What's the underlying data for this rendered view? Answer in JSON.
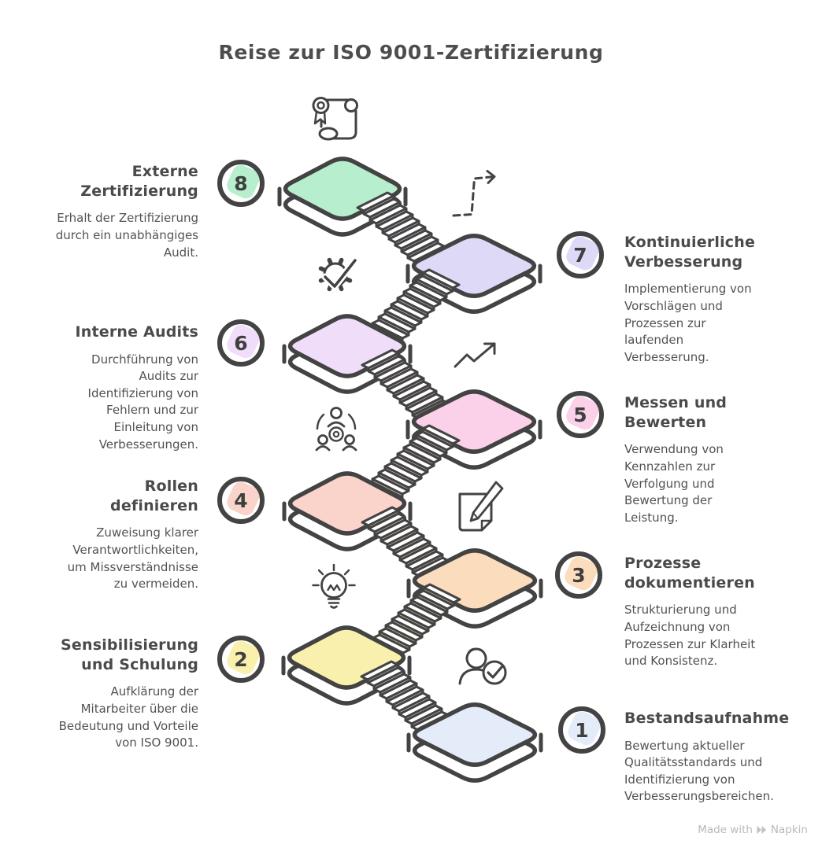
{
  "title": "Reise zur ISO 9001-Zertifizierung",
  "colors": {
    "outline": "#434343",
    "heading_text": "#4a4a4a",
    "body_text": "#525252",
    "stair_tread": "#ffffff",
    "footer_text": "#b9b9b9"
  },
  "steps": [
    {
      "number": "1",
      "title": "Bestandsaufnahme",
      "description": "Bewertung aktueller Qualitätsstandards und Identifizierung von Verbesserungsbereichen.",
      "color": "#e4ebf9",
      "icon": "person-check-icon",
      "side": "right"
    },
    {
      "number": "2",
      "title": "Sensibilisierung und Schulung",
      "description": "Aufklärung der Mitarbeiter über die Bedeutung und Vorteile von ISO 9001.",
      "color": "#faf0ae",
      "icon": "lightbulb-icon",
      "side": "left"
    },
    {
      "number": "3",
      "title": "Prozesse dokumentieren",
      "description": "Strukturierung und Aufzeichnung von Prozessen zur Klarheit und Konsistenz.",
      "color": "#fbddbd",
      "icon": "document-pen-icon",
      "side": "right"
    },
    {
      "number": "4",
      "title": "Rollen definieren",
      "description": "Zuweisung klarer Verantwortlichkeiten, um Missverständnisse zu vermeiden.",
      "color": "#fad4cb",
      "icon": "team-icon",
      "side": "left"
    },
    {
      "number": "5",
      "title": "Messen und Bewerten",
      "description": "Verwendung von Kennzahlen zur Verfolgung und Bewertung der Leistung.",
      "color": "#fbd0e9",
      "icon": "trend-arrow-icon",
      "side": "right"
    },
    {
      "number": "6",
      "title": "Interne Audits",
      "description": "Durchführung von Audits zur Identifizierung von Fehlern und zur Einleitung von Verbesserungen.",
      "color": "#f0ddf9",
      "icon": "gear-check-icon",
      "side": "left"
    },
    {
      "number": "7",
      "title": "Kontinuierliche Verbesserung",
      "description": "Implementierung von Vorschlägen und Prozessen zur laufenden Verbesserung.",
      "color": "#dfd9f8",
      "icon": "dashed-arrow-icon",
      "side": "right"
    },
    {
      "number": "8",
      "title": "Externe Zertifizierung",
      "description": "Erhalt der Zertifizierung durch ein unabhängiges Audit.",
      "color": "#b7eecd",
      "icon": "certificate-icon",
      "side": "left"
    }
  ],
  "footer": {
    "made_with": "Made with",
    "brand": "Napkin"
  }
}
